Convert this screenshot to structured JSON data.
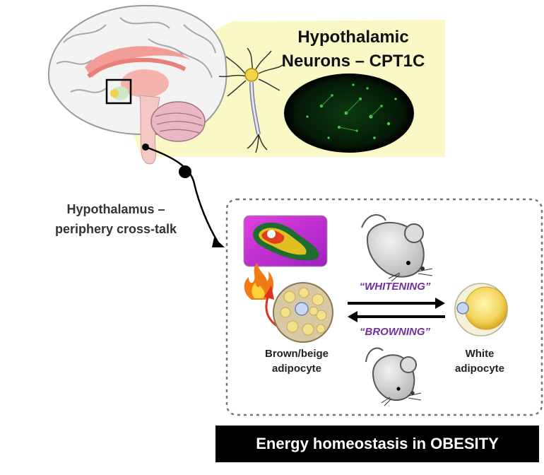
{
  "neurons_title": {
    "line1": "Hypothalamic",
    "line2": "Neurons – CPT1C"
  },
  "crosstalk_label": {
    "line1": "Hypothalamus –",
    "line2": "periphery cross-talk"
  },
  "arrows": {
    "whitening": "“WHITENING”",
    "browning": "“BROWNING”"
  },
  "cells": {
    "brown_line1": "Brown/beige",
    "brown_line2": "adipocyte",
    "white_line1": "White",
    "white_line2": "adipocyte"
  },
  "banner": "Energy homeostasis in OBESITY",
  "colors": {
    "highlight": "#fbf8c4",
    "accent_purple": "#7030a0",
    "banner_bg": "#000000"
  }
}
